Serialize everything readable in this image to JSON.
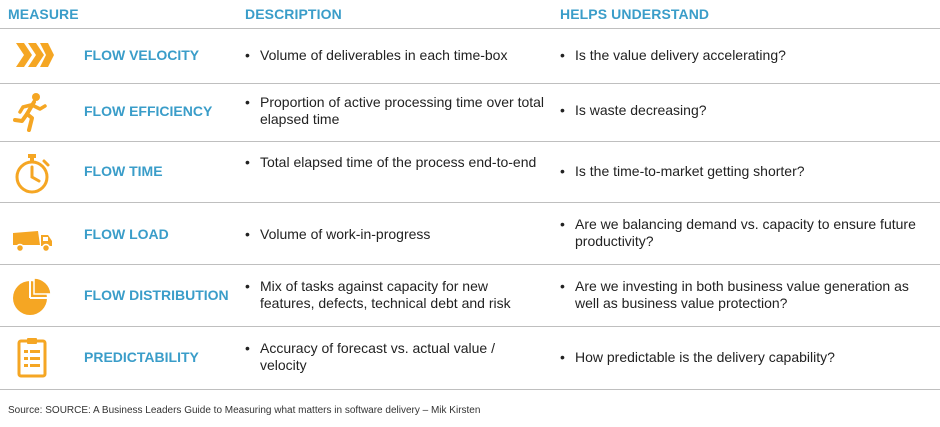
{
  "headers": {
    "measure": "MEASURE",
    "description": "DESCRIPTION",
    "helps": "HELPS UNDERSTAND"
  },
  "accent_color": "#3a9dc9",
  "icon_color": "#f5a623",
  "bullet": "•",
  "rows": [
    {
      "icon": "chevrons-icon",
      "measure": "FLOW VELOCITY",
      "description": "Volume of deliverables in each time-box",
      "helps": "Is the value delivery accelerating?"
    },
    {
      "icon": "running-person-icon",
      "measure": "FLOW EFFICIENCY",
      "description": "Proportion of active processing time over total elapsed time",
      "helps": "Is waste decreasing?"
    },
    {
      "icon": "stopwatch-icon",
      "measure": "FLOW TIME",
      "description": "Total elapsed time of the process end-to-end",
      "helps": "Is the time-to-market getting shorter?"
    },
    {
      "icon": "dump-truck-icon",
      "measure": "FLOW LOAD",
      "description": "Volume of work-in-progress",
      "helps": "Are we balancing demand vs. capacity to ensure future productivity?"
    },
    {
      "icon": "pie-chart-icon",
      "measure": "FLOW DISTRIBUTION",
      "description": "Mix of tasks against capacity for new features, defects, technical debt and risk",
      "helps": "Are we investing in both business value generation as well as business value protection?"
    },
    {
      "icon": "checklist-icon",
      "measure": "PREDICTABILITY",
      "description": "Accuracy of forecast vs. actual value / velocity",
      "helps": "How predictable is the delivery capability?"
    }
  ],
  "source": "Source: SOURCE: A Business Leaders Guide to Measuring what matters in software delivery – Mik Kirsten"
}
